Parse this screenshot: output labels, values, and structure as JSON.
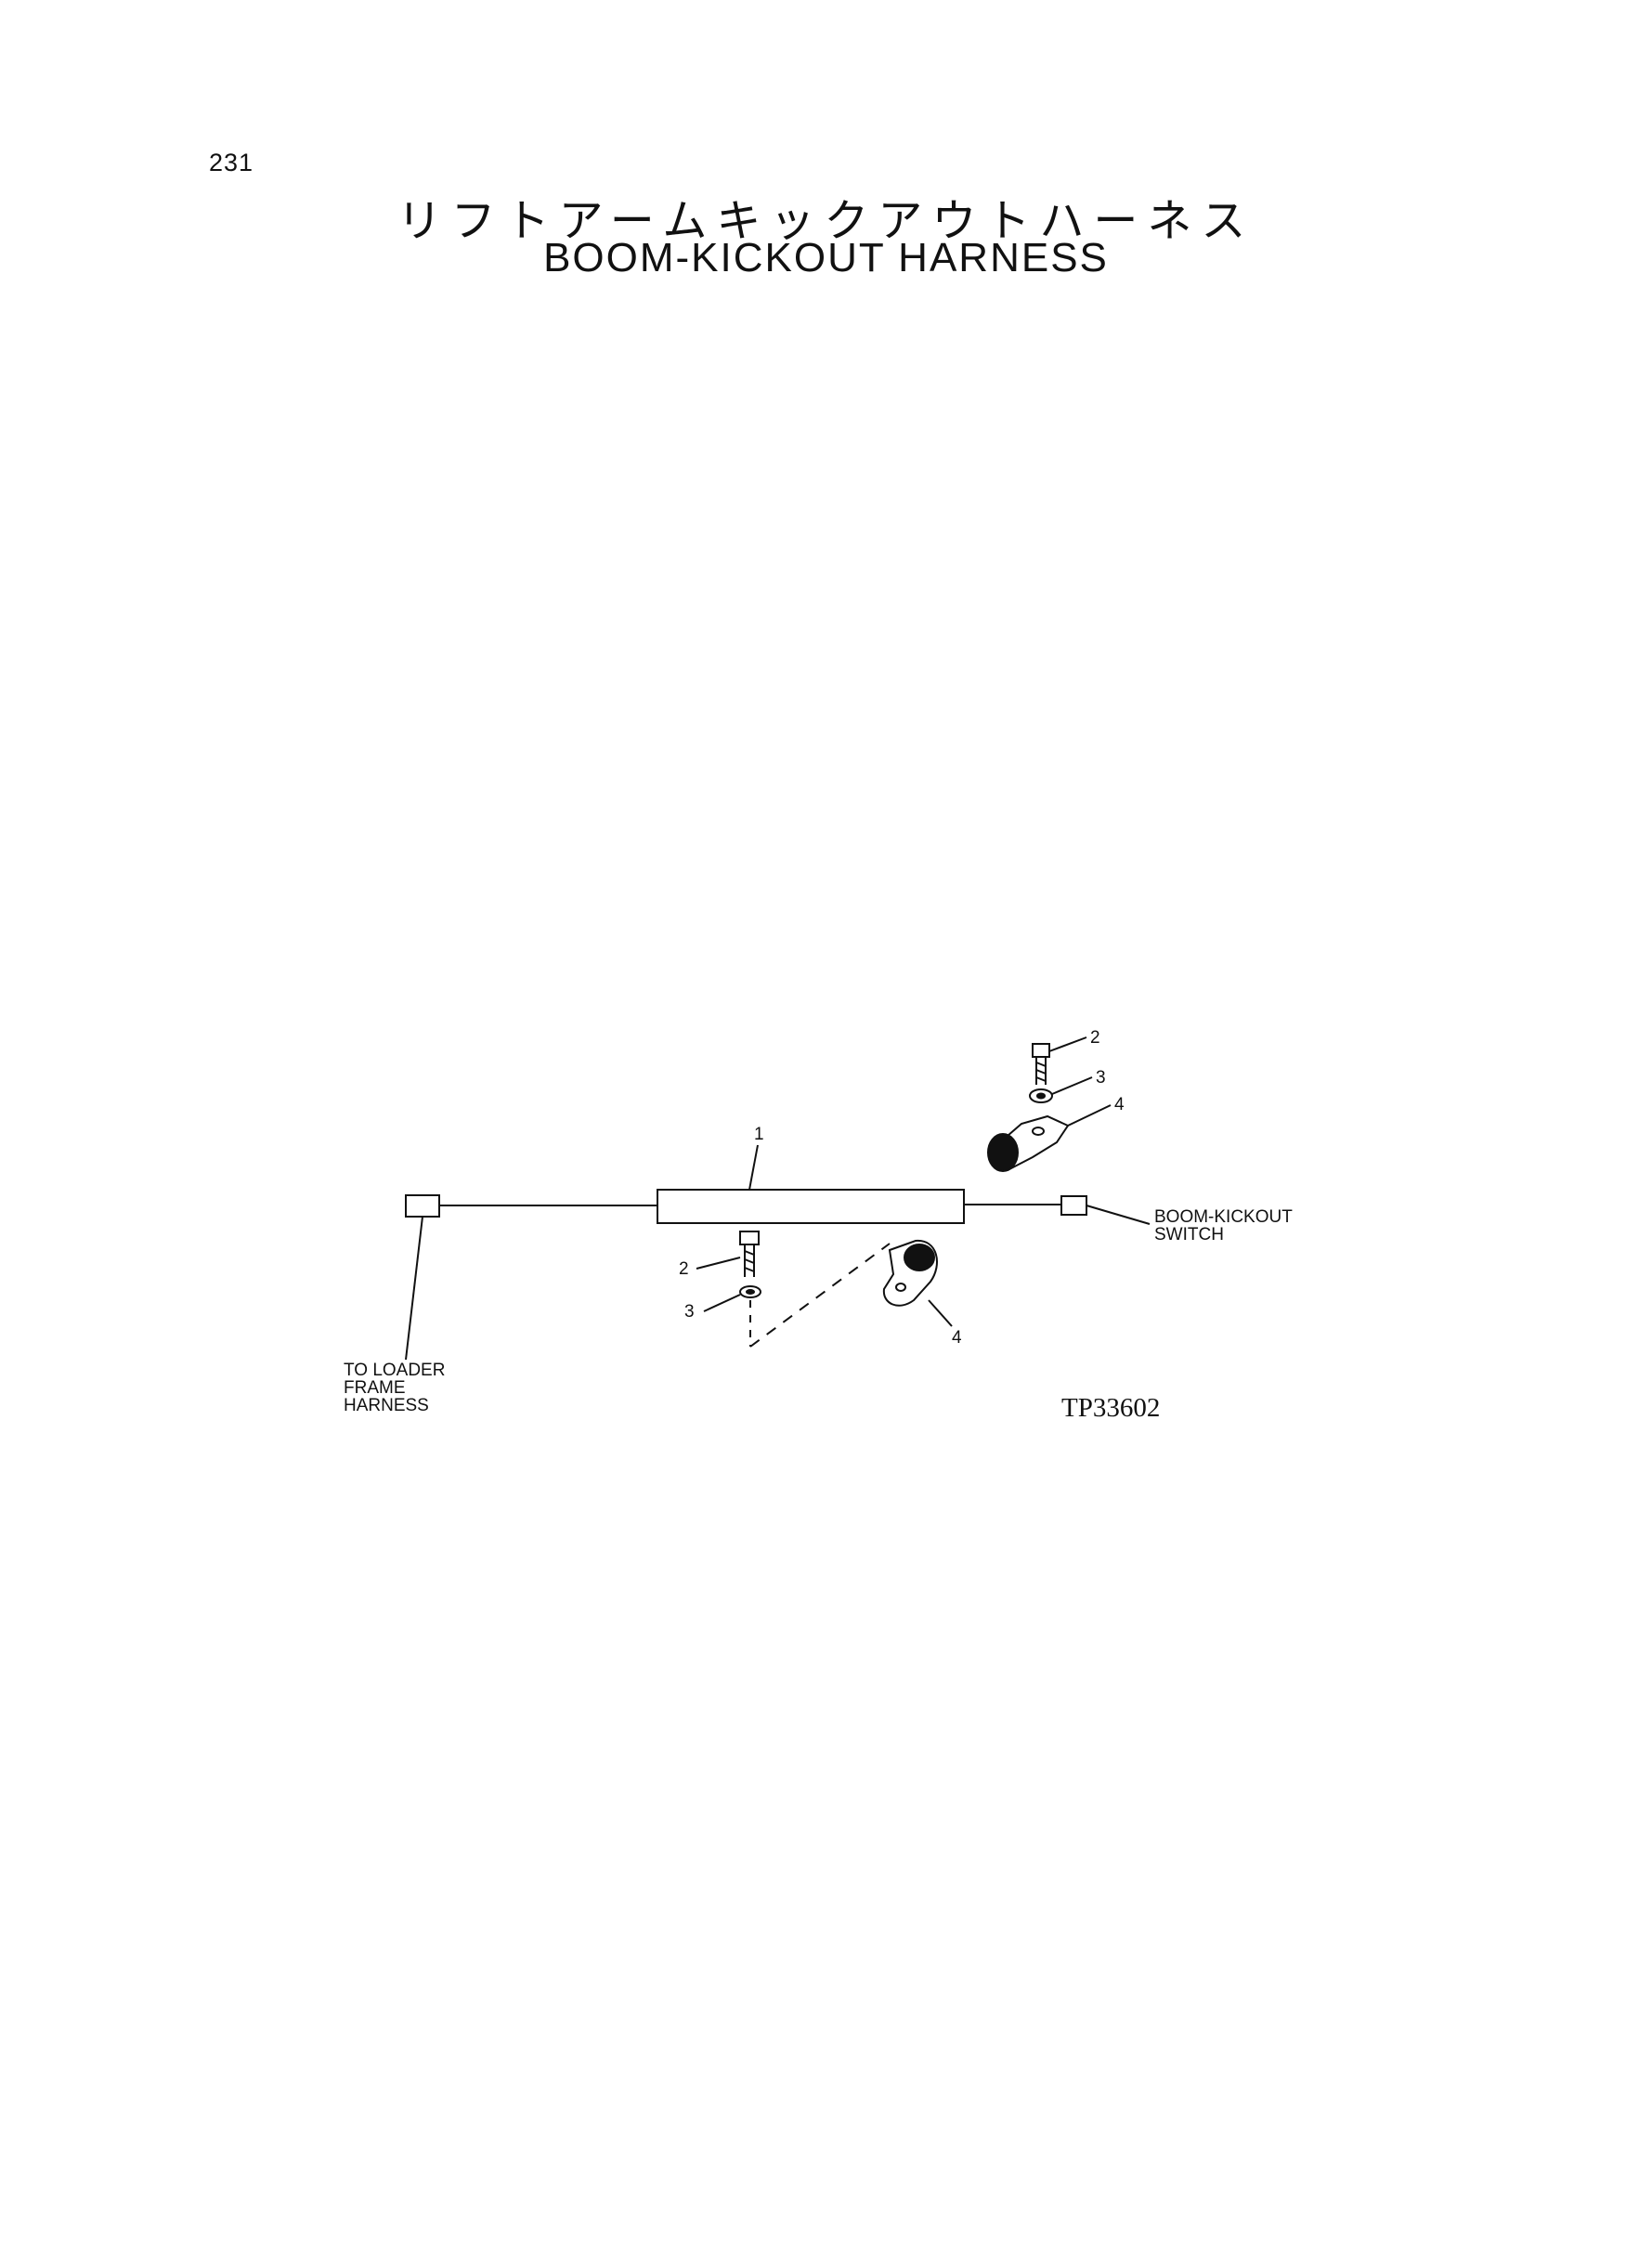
{
  "page": {
    "number": "231",
    "title_jp": "リフトアームキックアウトハーネス",
    "title_en": "BOOM-KICKOUT HARNESS"
  },
  "diagram": {
    "callouts": {
      "harness": "1",
      "bolt_upper": "2",
      "washer_upper": "3",
      "clamp_upper": "4",
      "bolt_lower": "2",
      "washer_lower": "3",
      "clamp_lower": "4"
    },
    "labels": {
      "switch_line1": "BOOM-KICKOUT",
      "switch_line2": "SWITCH",
      "loader_line1": "TO LOADER",
      "loader_line2": "FRAME",
      "loader_line3": "HARNESS"
    },
    "reference_code": "TP33602"
  },
  "colors": {
    "ink": "#111111",
    "paper": "#ffffff"
  }
}
